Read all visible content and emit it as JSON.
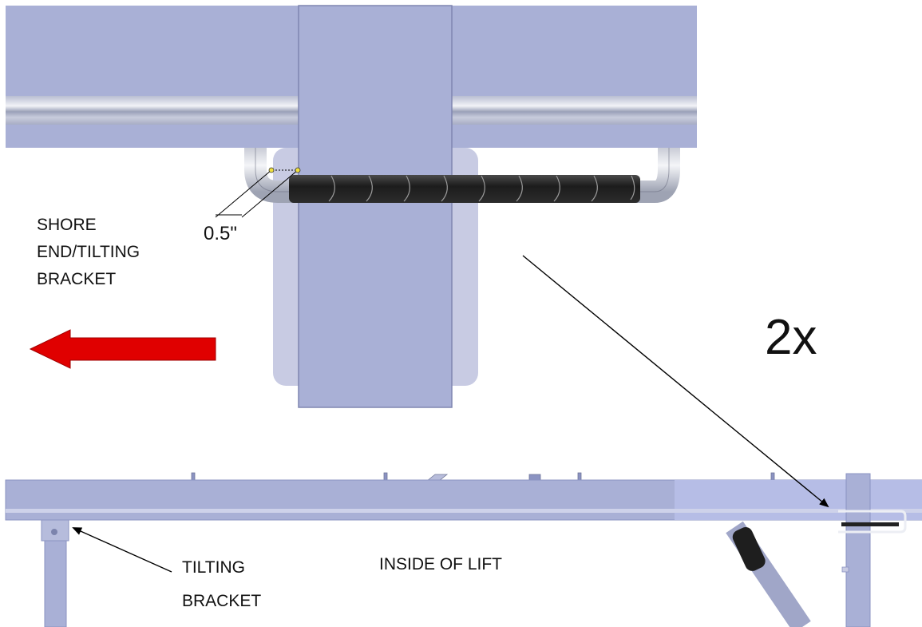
{
  "labels": {
    "shore_line1": "SHORE",
    "shore_line2": "END/TILTING",
    "shore_line3": "BRACKET",
    "tilting_line1": "TILTING",
    "tilting_line2": "BRACKET",
    "inside": "INSIDE OF LIFT",
    "multiplier": "2x",
    "dimension": "0.5\""
  },
  "colors": {
    "steel": "#a9b0d6",
    "steel_dark": "#8b93c2",
    "rail_highlight": "#e4e6ef",
    "wrap": "#222222",
    "arrow": "#e00000"
  }
}
